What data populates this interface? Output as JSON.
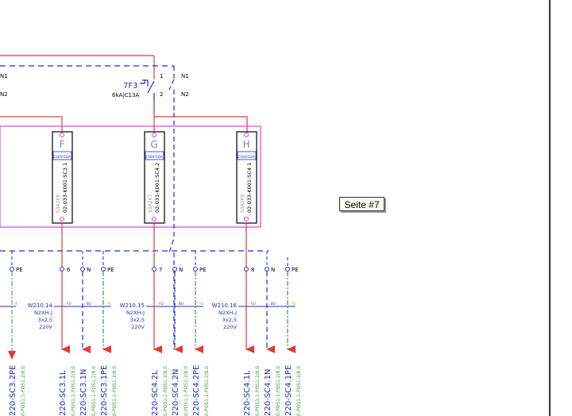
{
  "page": {
    "label": "Seite #7"
  },
  "breaker": {
    "tag": "7F3",
    "rating": "6kA|C13A",
    "pins": [
      "1",
      "2"
    ],
    "n_pins": [
      "N1",
      "N2"
    ],
    "left_n_pins": [
      "N1",
      "N2"
    ]
  },
  "relays": [
    {
      "letter": "F",
      "rating": "230V/16A",
      "label_main": "02-033-K001:SC3.1",
      "label_sub": "S3A2K6"
    },
    {
      "letter": "G",
      "rating": "230V/16A",
      "label_main": "02-033-K001:SC4.2",
      "label_sub": "S3A2K7"
    },
    {
      "letter": "H",
      "rating": "230V/16A",
      "label_main": "02-033-K001:SC4.1",
      "label_sub": "S3A2K8"
    }
  ],
  "groups": [
    {
      "terminals": [
        "6",
        "N",
        "PE"
      ],
      "cable": {
        "id": "W210.14",
        "type": "N2XH-J",
        "size": "3x2,5",
        "voltage": "220V"
      },
      "cores": [
        "RD",
        "BU",
        "YE"
      ],
      "outputs": [
        {
          "label": "220-SC3.1L",
          "ref": "0-POS1.1-POS1.2/8.0"
        },
        {
          "label": "220-SC3.1N",
          "ref": "0-POS1.1-POS1.2/8.0"
        },
        {
          "label": "220-SC3.1PE",
          "ref": "0-POS1.1-POS1.2/8.0"
        }
      ]
    },
    {
      "terminals": [
        "7",
        "N",
        "PE"
      ],
      "cable": {
        "id": "W210.15",
        "type": "N2XH-J",
        "size": "3x2,5",
        "voltage": "220V"
      },
      "cores": [
        "RD",
        "BU",
        "YE"
      ],
      "outputs": [
        {
          "label": "220-SC4.2L",
          "ref": "0-POS1.1-POS1.2/8.0"
        },
        {
          "label": "220-SC4.2N",
          "ref": "0-POS1.1-POS1.2/8.0"
        },
        {
          "label": "220-SC4.2PE",
          "ref": "0-POS1.1-POS1.2/8.0"
        }
      ]
    },
    {
      "terminals": [
        "8",
        "N",
        "PE"
      ],
      "cable": {
        "id": "W210.16",
        "type": "N2XH-J",
        "size": "3x2,5",
        "voltage": "220V"
      },
      "cores": [
        "RD",
        "BU",
        "YE"
      ],
      "outputs": [
        {
          "label": "220-SC4.1L",
          "ref": "0-POS1.1-POS1.2/8.0"
        },
        {
          "label": "220-SC4.1N",
          "ref": "0-POS1.1-POS1.2/8.0"
        },
        {
          "label": "220-SC4.1PE",
          "ref": "0-POS1.1-POS1.2/8.0"
        }
      ]
    }
  ],
  "left_partial": {
    "terminal": "PE",
    "core": "YE",
    "output": {
      "label": "220-SC3.2PE",
      "ref": "0-POS1.1-POS1.2/8.0"
    }
  },
  "colors": {
    "phase": "#e53935",
    "neutral": "#1a2fd6",
    "earth": "#2e9c3a",
    "contactor_box": "#e040e0",
    "text_blue": "#1a2fb8",
    "core_red": "#e53935",
    "core_blue": "#1a2fd6",
    "core_yellow": "#c9a400",
    "ref_green": "#3aa23a"
  }
}
